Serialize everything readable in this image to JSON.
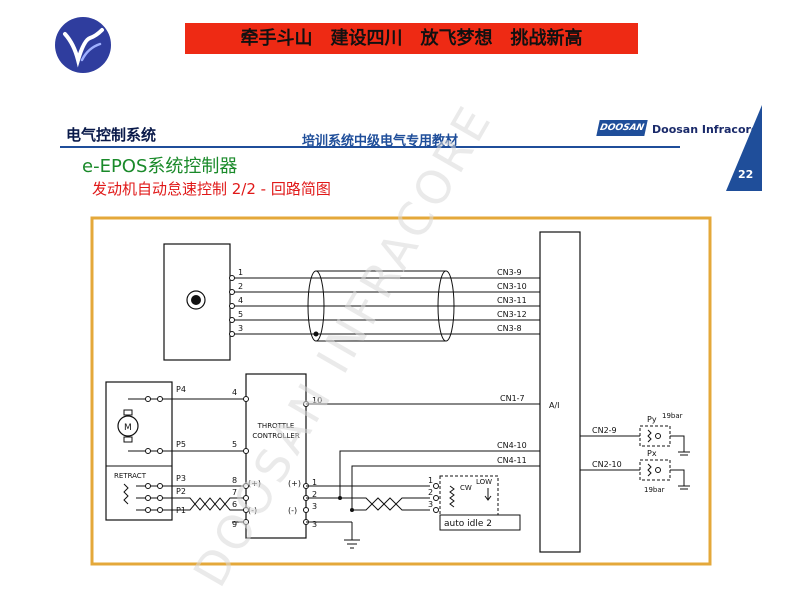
{
  "header": {
    "slogan": "牵手斗山　建设四川　放飞梦想　挑战新高",
    "section_title": "电气控制系统",
    "subtitle": "培训系统中级电气专用教材",
    "brand_logo_text": "DOOSAN",
    "brand_name": "Doosan Infracore",
    "page_number": "22",
    "colors": {
      "slogan_bg": "#ee2a14",
      "accent_blue": "#1f4e9a",
      "heading_green": "#1a8a2a",
      "heading_red": "#e01818",
      "frame": "#e4a83a"
    }
  },
  "heading": {
    "title": "e-EPOS系统控制器",
    "subtitle": "发动机自动怠速控制 2/2 - 回路简图"
  },
  "diagram": {
    "watermark": "DOOSAN  INFRACORE",
    "switch_pins": [
      "1",
      "2",
      "4",
      "5",
      "3"
    ],
    "cn3_labels": [
      "CN3-9",
      "CN3-10",
      "CN3-11",
      "CN3-12",
      "CN3-8"
    ],
    "cn_labels": {
      "cn1_7": "CN1-7",
      "cn4_10": "CN4-10",
      "cn4_11": "CN4-11",
      "cn2_9": "CN2-9",
      "cn2_10": "CN2-10"
    },
    "ai_label": "A/I",
    "throttle_controller": "THROTTLE\nCONTROLLER",
    "throttle_pins_left": [
      "4",
      "5",
      "8",
      "7",
      "6",
      "9"
    ],
    "throttle_signs_left": [
      "(+)",
      "(-)"
    ],
    "throttle_pin_right_top": "10",
    "throttle_pins_right": [
      "1",
      "2",
      "3",
      "3"
    ],
    "throttle_signs_right": [
      "(+)",
      "(-)"
    ],
    "motor_pins": [
      "P4",
      "P5",
      "P3",
      "P2",
      "P1"
    ],
    "motor_label": "M",
    "retract_label": "RETRACT",
    "dial_pins": [
      "1",
      "2",
      "3"
    ],
    "dial_cw": "CW",
    "dial_low": "LOW",
    "auto_idle_label": "auto idle 2",
    "py_label": "Py",
    "px_label": "Px",
    "bar_label_1": "19bar",
    "bar_label_2": "19bar"
  }
}
